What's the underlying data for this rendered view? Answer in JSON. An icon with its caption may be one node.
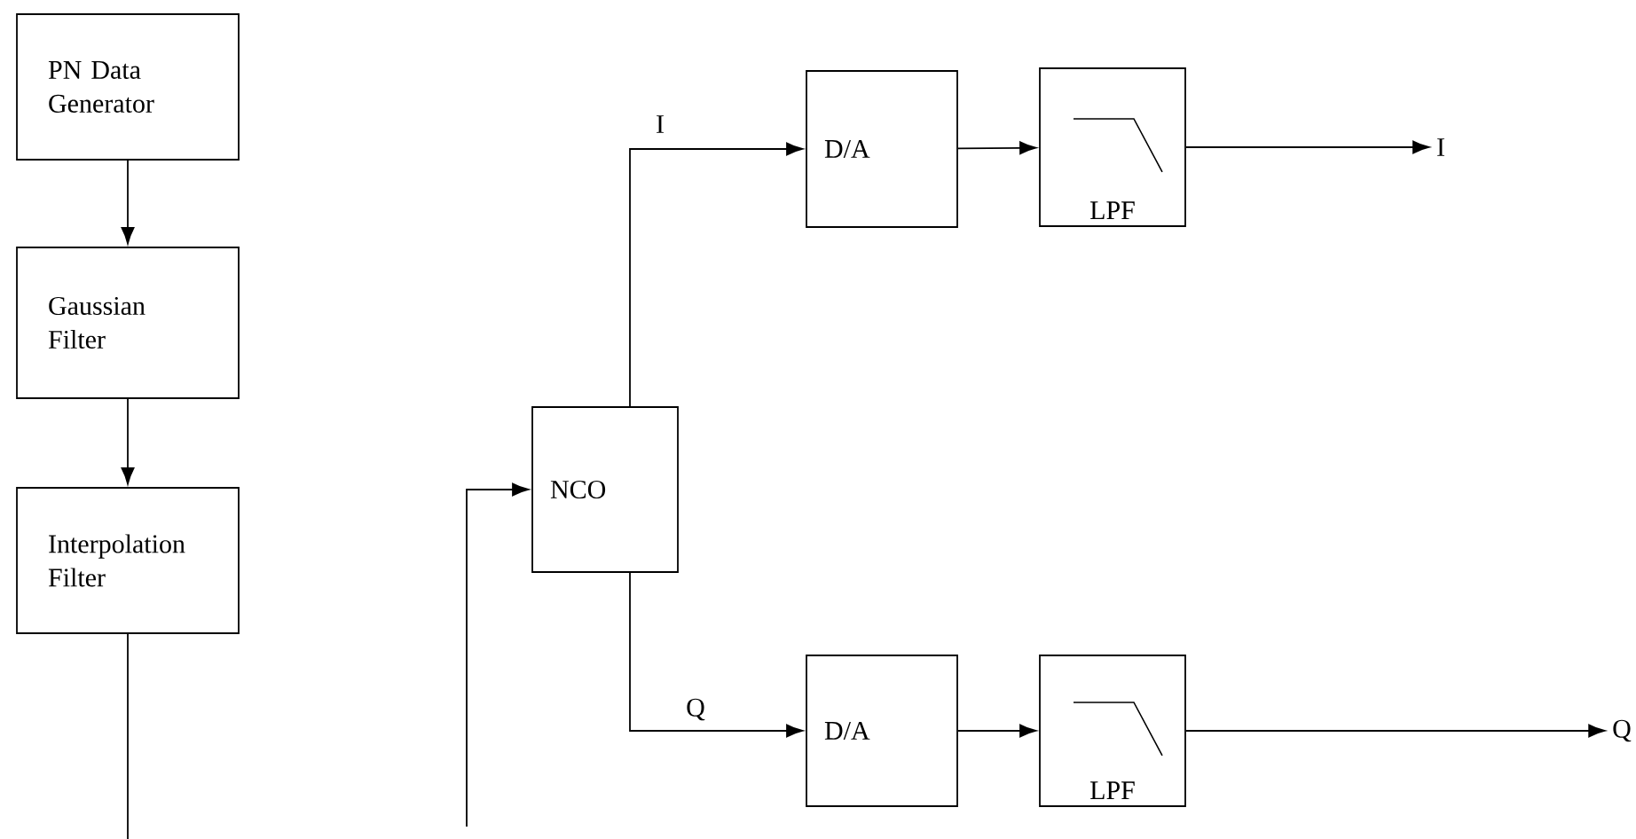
{
  "diagram": {
    "nodes": [
      {
        "text": [
          "PN Data Generator"
        ]
      },
      {
        "text": [
          "Gaussian Filter"
        ]
      },
      {
        "text": [
          "Interpolation Filter"
        ]
      },
      {
        "text": [
          "NCO"
        ]
      },
      {
        "text": [
          "D/A"
        ]
      },
      {
        "text": [
          "LPF"
        ]
      },
      {
        "text": [
          "I"
        ]
      },
      {
        "text": [
          "D/A"
        ]
      },
      {
        "text": [
          "LPF"
        ]
      },
      {
        "text": [
          "Q"
        ]
      }
    ],
    "edges": [
      {
        "from": 0,
        "to": 1,
        "arrow": "to"
      },
      {
        "from": 1,
        "to": 2,
        "arrow": "to"
      },
      {
        "from": 2,
        "to": null,
        "arrow": "none"
      },
      {
        "from": null,
        "to": 3,
        "arrow": "to"
      },
      {
        "from": 3,
        "to": 4,
        "arrow": "to",
        "label": "I"
      },
      {
        "from": 4,
        "to": 5,
        "arrow": "to"
      },
      {
        "from": 5,
        "to": 6,
        "arrow": "to"
      },
      {
        "from": 3,
        "to": 7,
        "arrow": "to",
        "label": "Q"
      },
      {
        "from": 7,
        "to": 8,
        "arrow": "to"
      },
      {
        "from": 8,
        "to": 9,
        "arrow": "to"
      }
    ]
  }
}
